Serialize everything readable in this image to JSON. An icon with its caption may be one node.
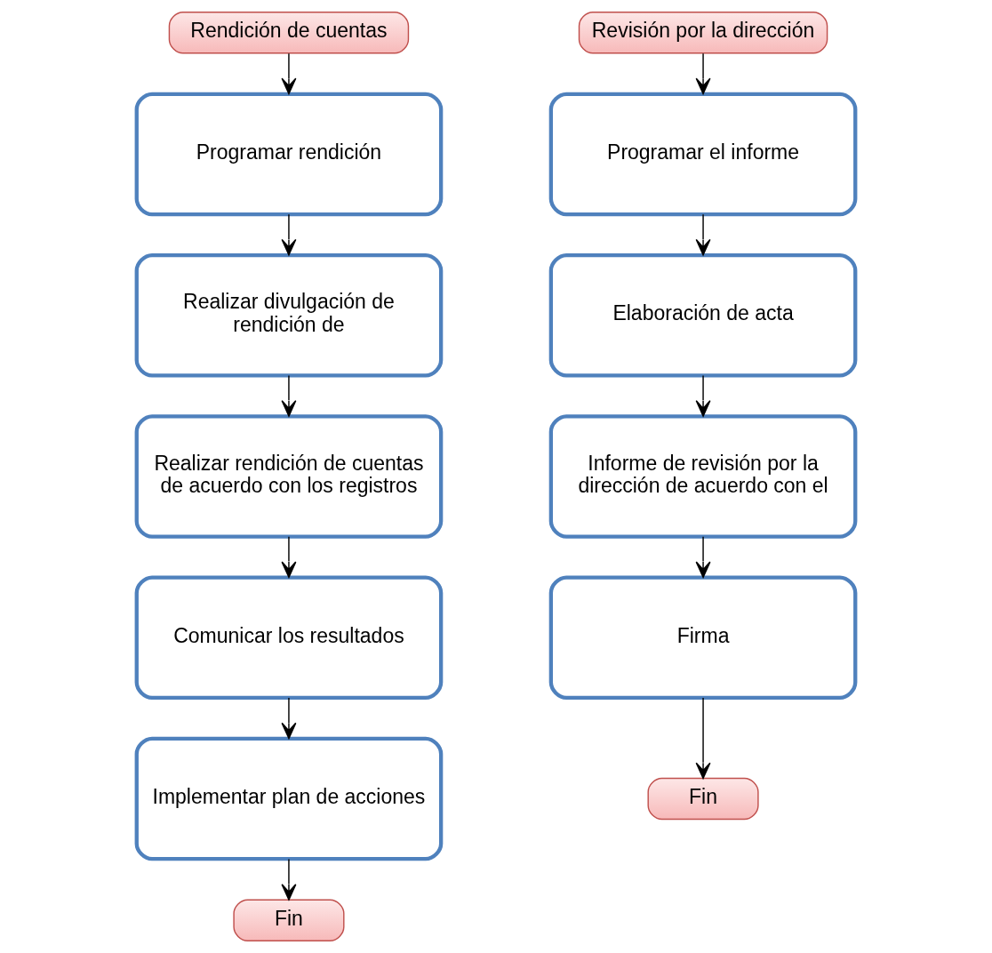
{
  "diagram": {
    "nodes": [
      {
        "text": [
          "Rendición de cuentas"
        ]
      },
      {
        "text": [
          "Programar rendición"
        ]
      },
      {
        "text": [
          "Realizar divulgación de rendición de"
        ]
      },
      {
        "text": [
          "Realizar rendición de cuentas de acuerdo con los registros"
        ]
      },
      {
        "text": [
          "Comunicar los resultados"
        ]
      },
      {
        "text": [
          "Implementar plan de acciones"
        ]
      },
      {
        "text": [
          "Fin"
        ]
      },
      {
        "text": [
          "Revisión por la dirección"
        ]
      },
      {
        "text": [
          "Programar el informe"
        ]
      },
      {
        "text": [
          "Elaboración de acta"
        ]
      },
      {
        "text": [
          "Informe de revisión por la dirección de acuerdo con el"
        ]
      },
      {
        "text": [
          "Firma"
        ]
      },
      {
        "text": [
          "Fin"
        ]
      }
    ],
    "edges": [
      {
        "from": 0,
        "to": 1,
        "arrow": "to"
      },
      {
        "from": 1,
        "to": 2,
        "arrow": "to"
      },
      {
        "from": 2,
        "to": 3,
        "arrow": "to"
      },
      {
        "from": 3,
        "to": 4,
        "arrow": "to"
      },
      {
        "from": 4,
        "to": 5,
        "arrow": "to"
      },
      {
        "from": 5,
        "to": 6,
        "arrow": "to"
      },
      {
        "from": 7,
        "to": 8,
        "arrow": "to"
      },
      {
        "from": 8,
        "to": 9,
        "arrow": "to"
      },
      {
        "from": 9,
        "to": 10,
        "arrow": "to"
      },
      {
        "from": 10,
        "to": 11,
        "arrow": "to"
      },
      {
        "from": 11,
        "to": 12,
        "arrow": "to"
      }
    ]
  }
}
